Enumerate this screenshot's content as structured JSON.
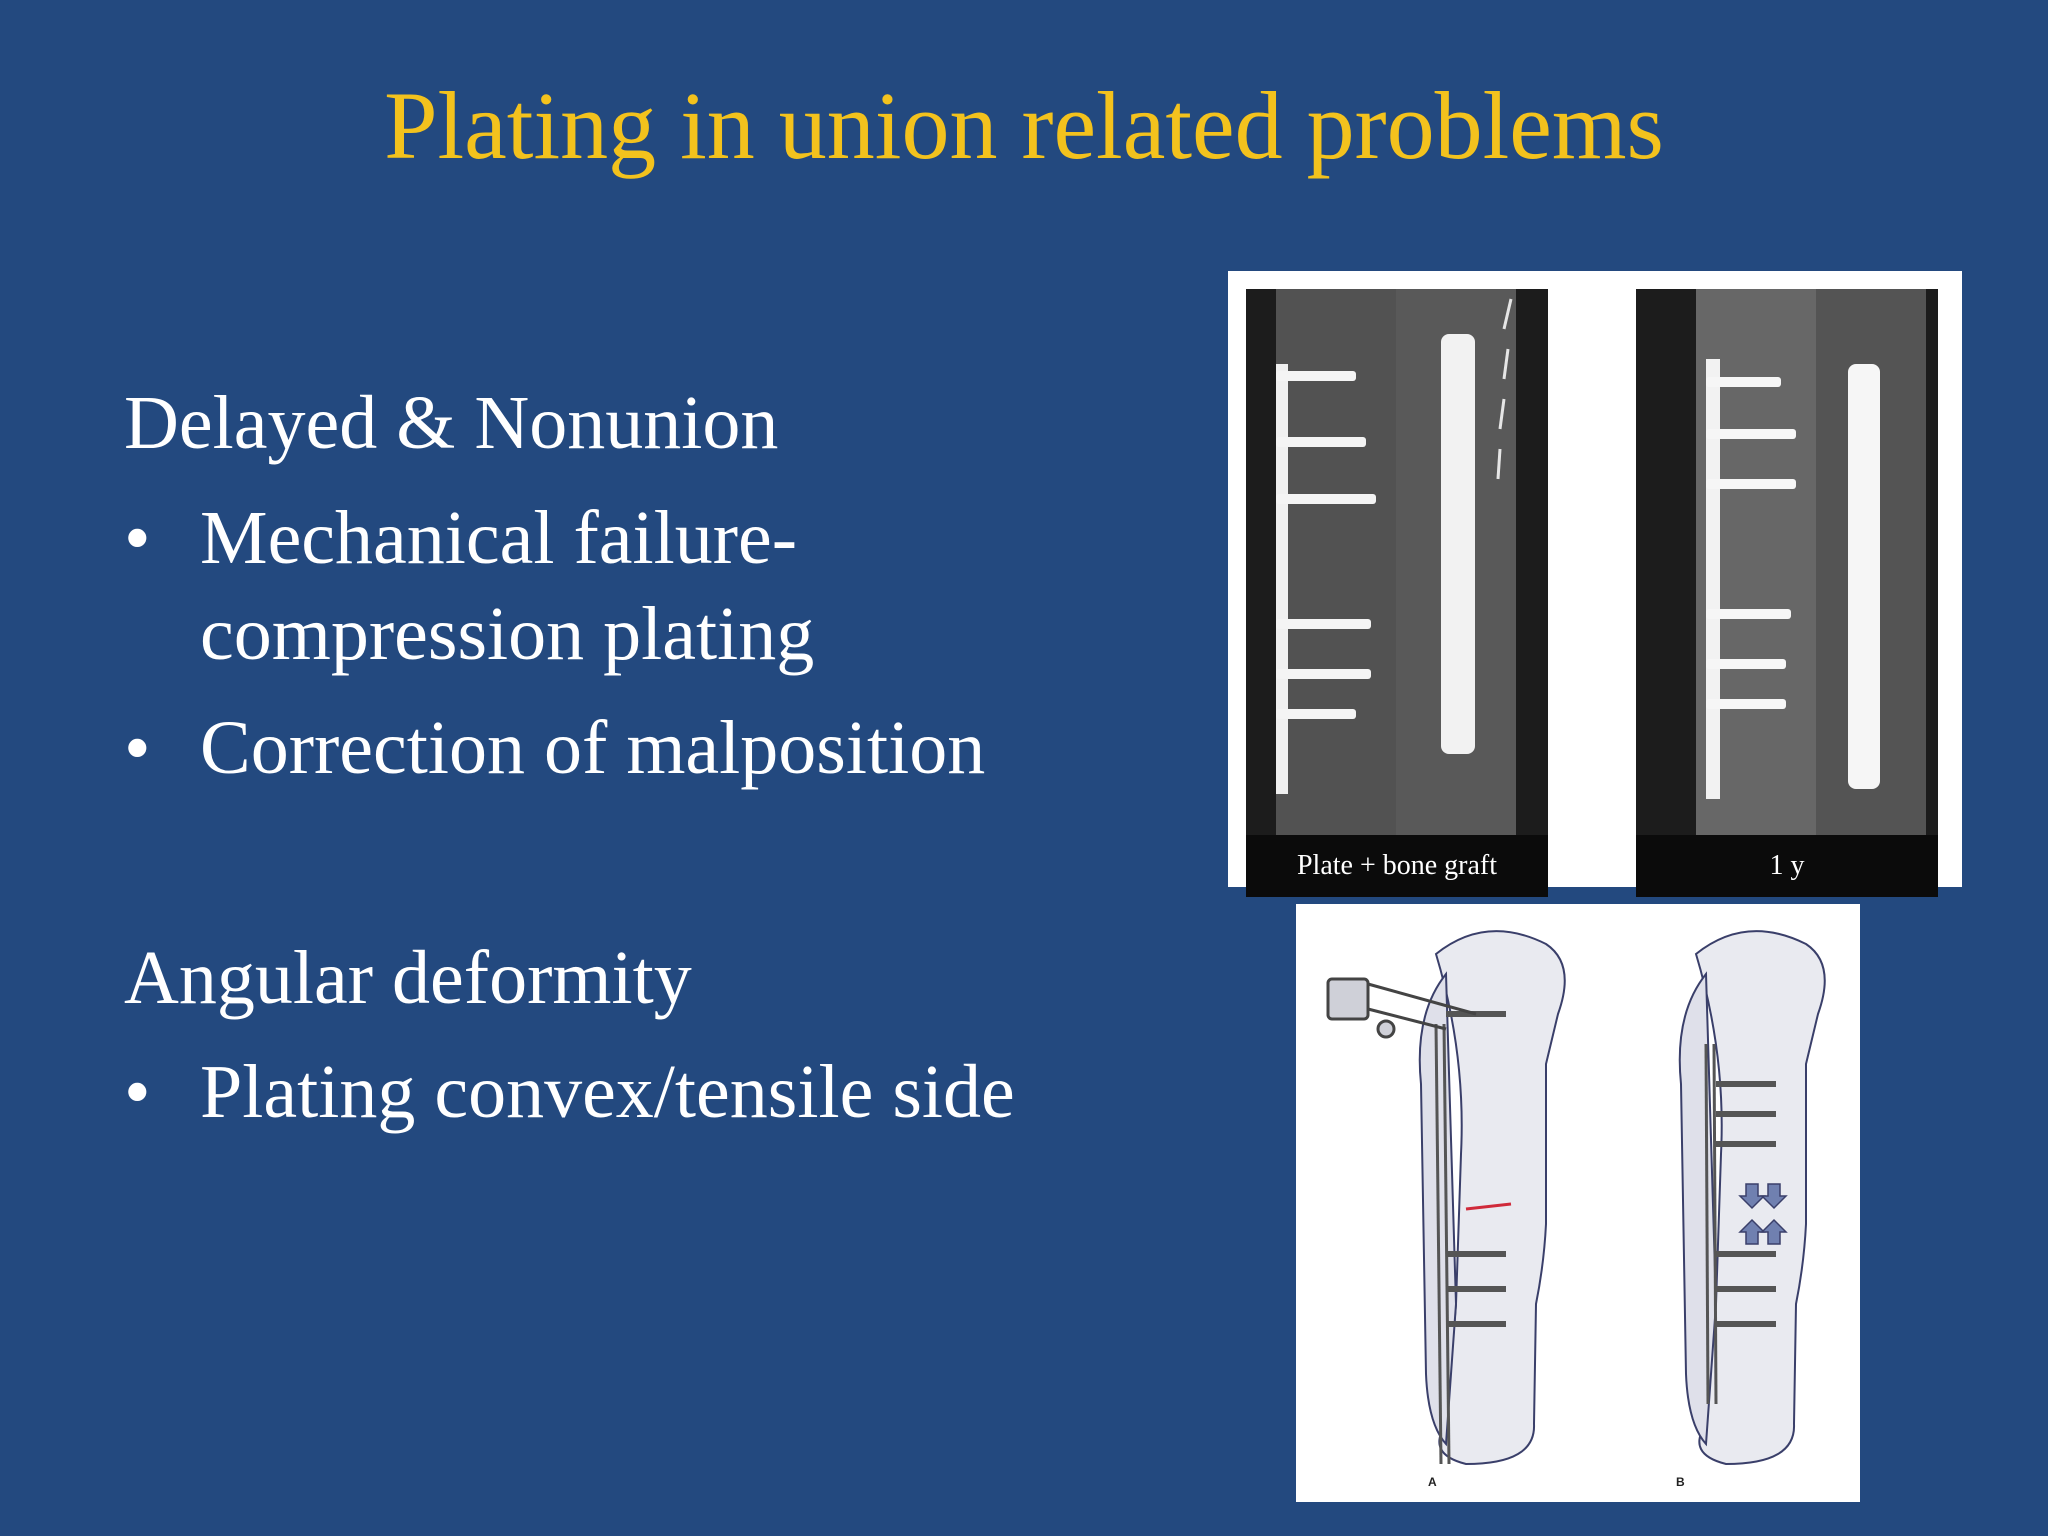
{
  "slide": {
    "title": "Plating in union related problems"
  },
  "sections": [
    {
      "heading": "Delayed & Nonunion",
      "bullets": [
        {
          "marker": "•",
          "lines": [
            "Mechanical failure-",
            "compression plating"
          ]
        },
        {
          "marker": "•",
          "lines": [
            "Correction of malposition"
          ]
        }
      ]
    },
    {
      "heading": "Angular deformity",
      "bullets": [
        {
          "marker": "•",
          "lines": [
            "Plating convex/tensile side"
          ]
        }
      ]
    }
  ],
  "xray_figure": {
    "left_caption": "Plate + bone graft",
    "right_caption": "1 y"
  },
  "drawing_figure": {
    "label_a": "A",
    "label_b": "B"
  },
  "colors": {
    "background": "#23497f",
    "title": "#f3c21d",
    "body_text": "#ffffff"
  }
}
